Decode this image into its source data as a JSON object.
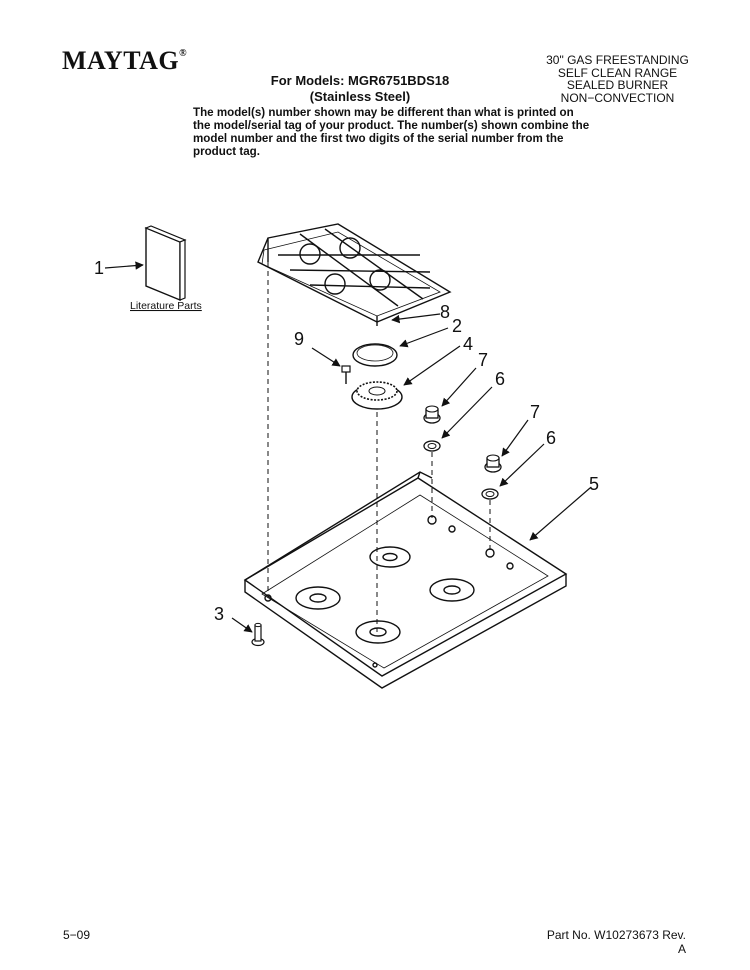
{
  "brand": {
    "logo_text": "MAYTAG",
    "reg_mark": "®"
  },
  "header": {
    "title_line1": "For Models: MGR6751BDS18",
    "title_line2": "(Stainless Steel)",
    "description": "The model(s) number shown may be different than what is printed on the model/serial tag of your product. The number(s) shown combine the model number and the first two digits of the serial number from the product tag."
  },
  "product_type": {
    "line1": "30\" GAS FREESTANDING",
    "line2": "SELF CLEAN RANGE",
    "line3": "SEALED BURNER",
    "line4": "NON−CONVECTION"
  },
  "diagram": {
    "literature_label": "Literature Parts",
    "callouts": {
      "c1": "1",
      "c2": "2",
      "c3": "3",
      "c4": "4",
      "c5": "5",
      "c6a": "6",
      "c6b": "6",
      "c7a": "7",
      "c7b": "7",
      "c8": "8",
      "c9": "9"
    }
  },
  "footer": {
    "date_code": "5−09",
    "part_number": "Part No. W10273673 Rev. A"
  }
}
